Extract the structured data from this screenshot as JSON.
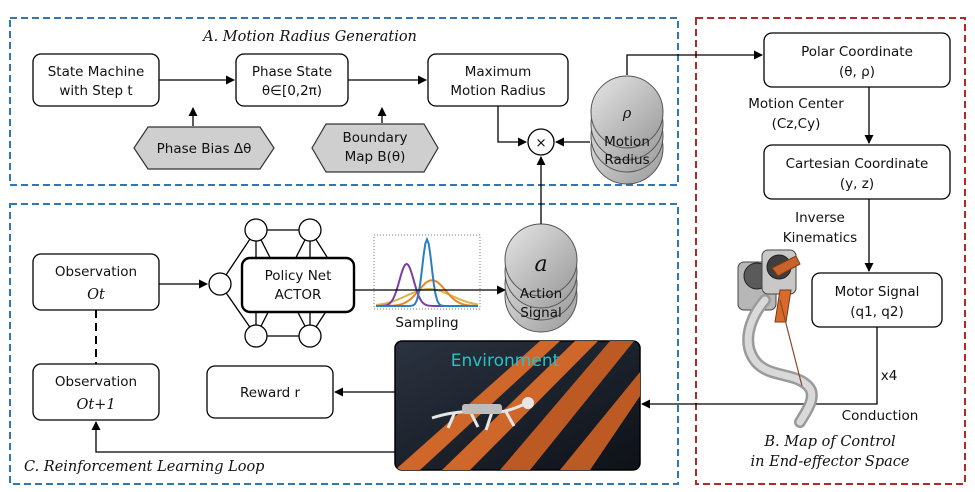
{
  "sections": {
    "a_title": "A. Motion Radius Generation",
    "b_title_line1": "B. Map of Control",
    "b_title_line2": "in End-effector Space",
    "c_title": "C. Reinforcement Learning Loop"
  },
  "motion_generation": {
    "state_machine": [
      "State Machine",
      "with Step t"
    ],
    "phase_state": [
      "Phase State",
      "θ∈[0,2π)"
    ],
    "max_radius": [
      "Maximum",
      "Motion Radius"
    ],
    "phase_bias": "Phase Bias Δθ",
    "boundary_map": [
      "Boundary",
      "Map B(θ)"
    ],
    "multiply": "×",
    "motion_radius_symbol": "ρ",
    "motion_radius": [
      "Motion",
      "Radius"
    ]
  },
  "control_map": {
    "polar": [
      "Polar Coordinate",
      "(θ, ρ)"
    ],
    "motion_center": [
      "Motion Center",
      "(Cz,Cy)"
    ],
    "cartesian": [
      "Cartesian Coordinate",
      "(y, z)"
    ],
    "inverse_kinematics": [
      "Inverse",
      "Kinematics"
    ],
    "motor_signal": [
      "Motor Signal",
      "(q1, q2)"
    ],
    "x4": "x4",
    "conduction": "Conduction"
  },
  "rl_loop": {
    "observation": "Observation",
    "obs_symbol": "Ot",
    "policy_net": [
      "Policy Net",
      "ACTOR"
    ],
    "sampling": "Sampling",
    "action_symbol": "a",
    "action_signal": [
      "Action",
      "Signal"
    ],
    "observation_next": "Observation",
    "obs_next_symbol": "Ot+1",
    "reward": "Reward r",
    "environment": "Environment"
  },
  "colors": {
    "section_a_border": "#2f78b7",
    "section_b_border": "#b02a2a",
    "section_c_border": "#2f78b7",
    "environment_text": "#22c4c4",
    "platform_orange": "#d96a2a",
    "curve_purple": "#7b3fa6",
    "curve_blue": "#2a7fc1",
    "curve_orange": "#e8862a",
    "curve_gold": "#d8b44a"
  }
}
